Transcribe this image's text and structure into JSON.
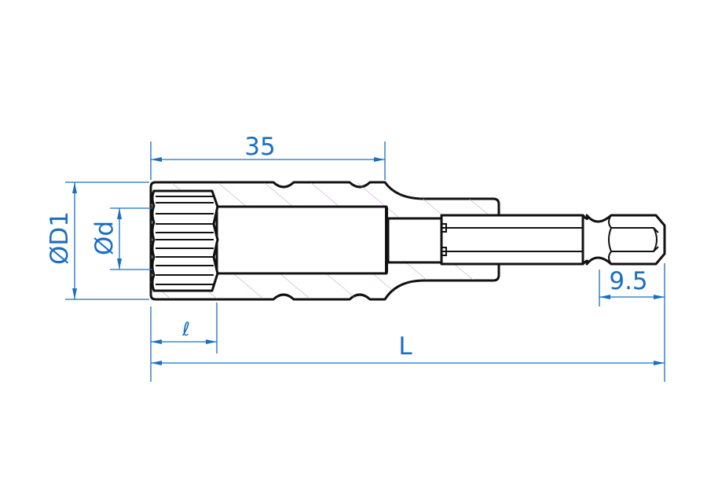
{
  "drawing": {
    "title": "Nut setter socket with hex bit shank",
    "dimensions": {
      "length_35": "35",
      "outer_diameter": "ØD1",
      "inner_diameter": "Ød",
      "socket_depth": "ℓ",
      "overall_length": "L",
      "hex_shank": "9.5"
    },
    "colors": {
      "dimension": "#1a6fc0",
      "outline": "#111111",
      "hatch": "#c58fd0"
    }
  }
}
